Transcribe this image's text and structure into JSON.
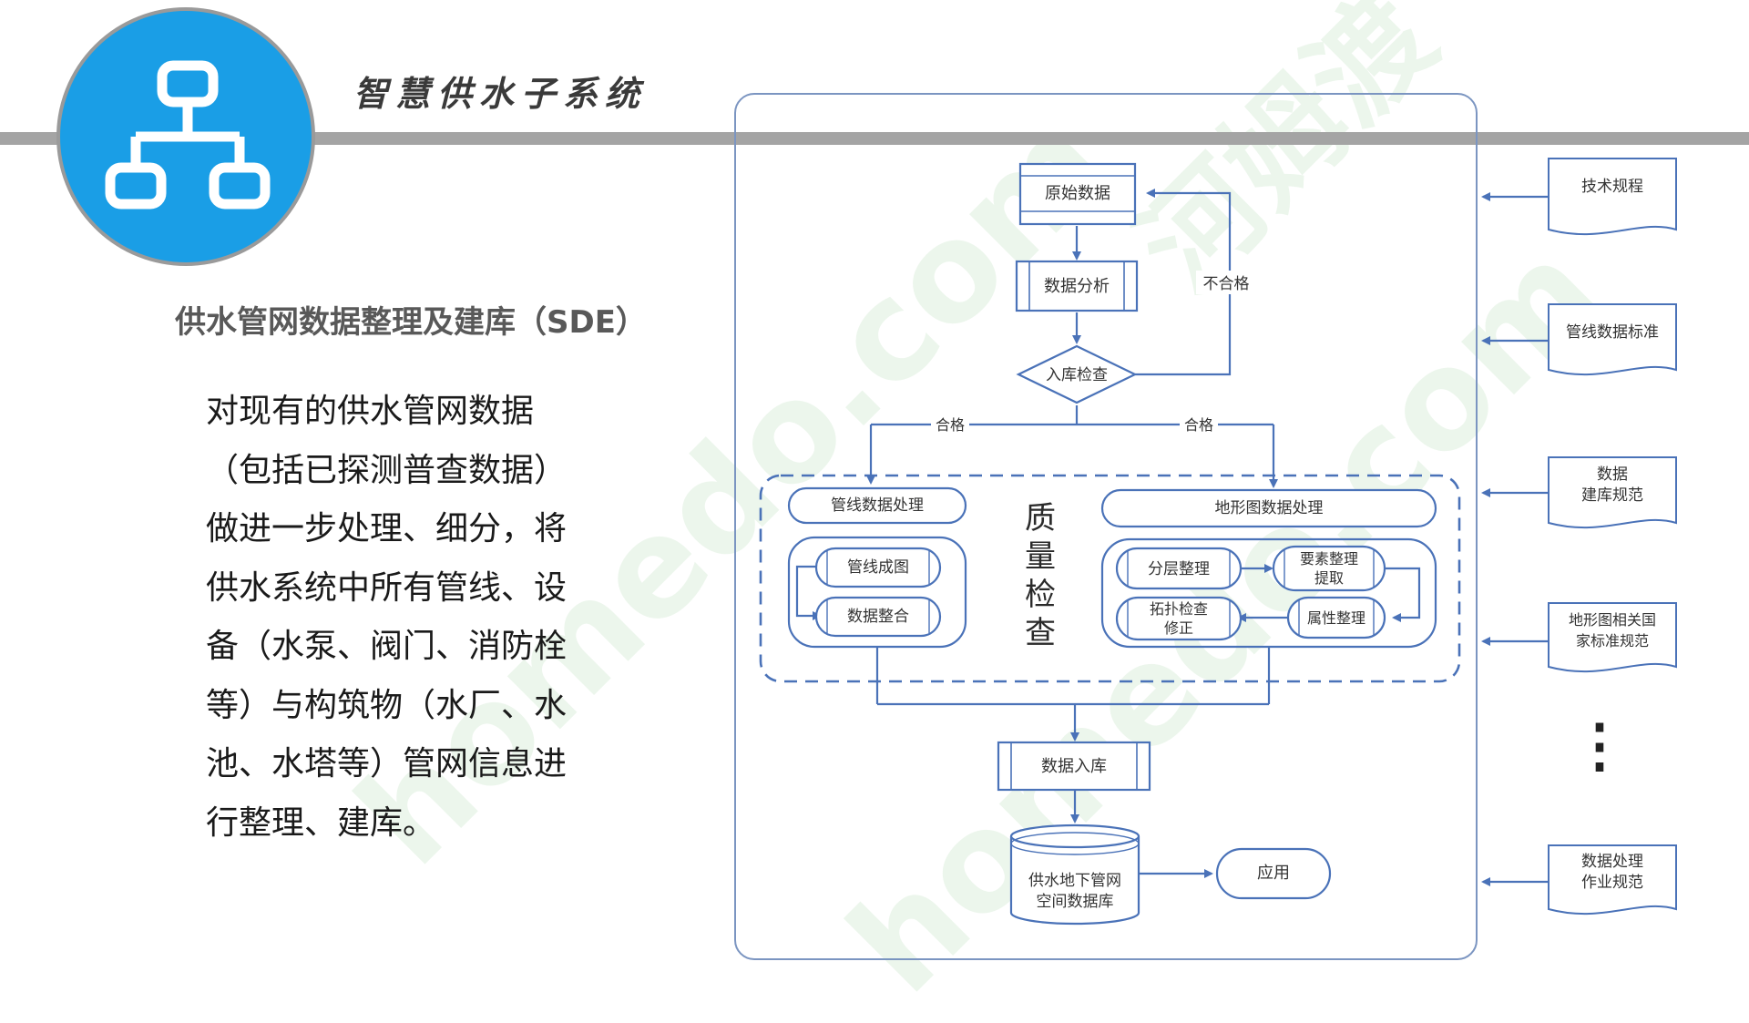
{
  "app_title": "智慧供水子系统",
  "section_heading": "供水管网数据整理及建库（SDE）",
  "description_lines": [
    "对现有的供水管网数据",
    "（包括已探测普查数据）",
    "做进一步处理、细分，将",
    "供水系统中所有管线、设",
    "备（水泵、阀门、消防栓",
    "等）与构筑物（水厂、水",
    "池、水塔等）管网信息进",
    "行整理、建库。"
  ],
  "colors": {
    "accent": "#1a9ee6",
    "bar": "#a4a4a4",
    "line": "#4a72b8",
    "frame": "#7b95c1"
  },
  "icons": {
    "logo": "network-hierarchy-icon"
  },
  "flow": {
    "raw_data": "原始数据",
    "data_analysis": "数据分析",
    "import_check": "入库检查",
    "fail_label": "不合格",
    "pass_left": "合格",
    "pass_right": "合格",
    "pipeline_processing": "管线数据处理",
    "pipeline_mapping": "管线成图",
    "data_integration": "数据整合",
    "quality_check": [
      "质",
      "量",
      "检",
      "查"
    ],
    "topo_processing": "地形图数据处理",
    "layer_sorting": "分层整理",
    "feature_extract": [
      "要素整理",
      "提取"
    ],
    "topology_fix": [
      "拓扑检查",
      "修正"
    ],
    "attribute_sorting": "属性整理",
    "data_import": "数据入库",
    "database": [
      "供水地下管网",
      "空间数据库"
    ],
    "application": "应用"
  },
  "standards": [
    [
      "技术规程"
    ],
    [
      "管线数据标准"
    ],
    [
      "数据",
      "建库规范"
    ],
    [
      "地形图相关国",
      "家标准规范"
    ],
    [
      "数据处理",
      "作业规范"
    ]
  ],
  "ellipsis": "⋮",
  "watermark": [
    "homedo.com",
    "河姆渡"
  ]
}
